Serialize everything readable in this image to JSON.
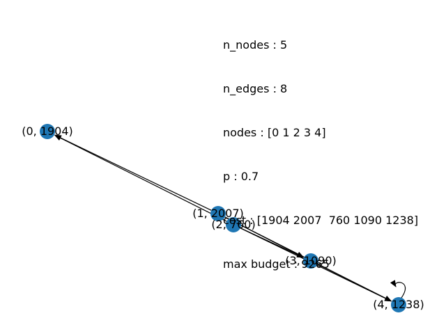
{
  "info": {
    "n_nodes": "n_nodes : 5",
    "n_edges": "n_edges : 8",
    "nodes": "nodes : [0 1 2 3 4]",
    "p": "p : 0.7",
    "cost": "cost : [1904 2007  760 1090 1238]",
    "max_budget": "max budget : 9265"
  },
  "graph": {
    "node_color": "#1f77b4",
    "edge_color": "#000000",
    "nodes": [
      {
        "id": 0,
        "label": "(0, 1904)"
      },
      {
        "id": 1,
        "label": "(1, 2007)"
      },
      {
        "id": 2,
        "label": "(2, 760)"
      },
      {
        "id": 3,
        "label": "(3, 1090)"
      },
      {
        "id": 4,
        "label": "(4, 1238)"
      }
    ],
    "edges": [
      {
        "from": 1,
        "to": 0
      },
      {
        "from": 2,
        "to": 0
      },
      {
        "from": 1,
        "to": 3
      },
      {
        "from": 2,
        "to": 3
      },
      {
        "from": 1,
        "to": 4
      },
      {
        "from": 2,
        "to": 4
      },
      {
        "from": 3,
        "to": 4
      },
      {
        "from": 4,
        "to": 4
      }
    ]
  }
}
